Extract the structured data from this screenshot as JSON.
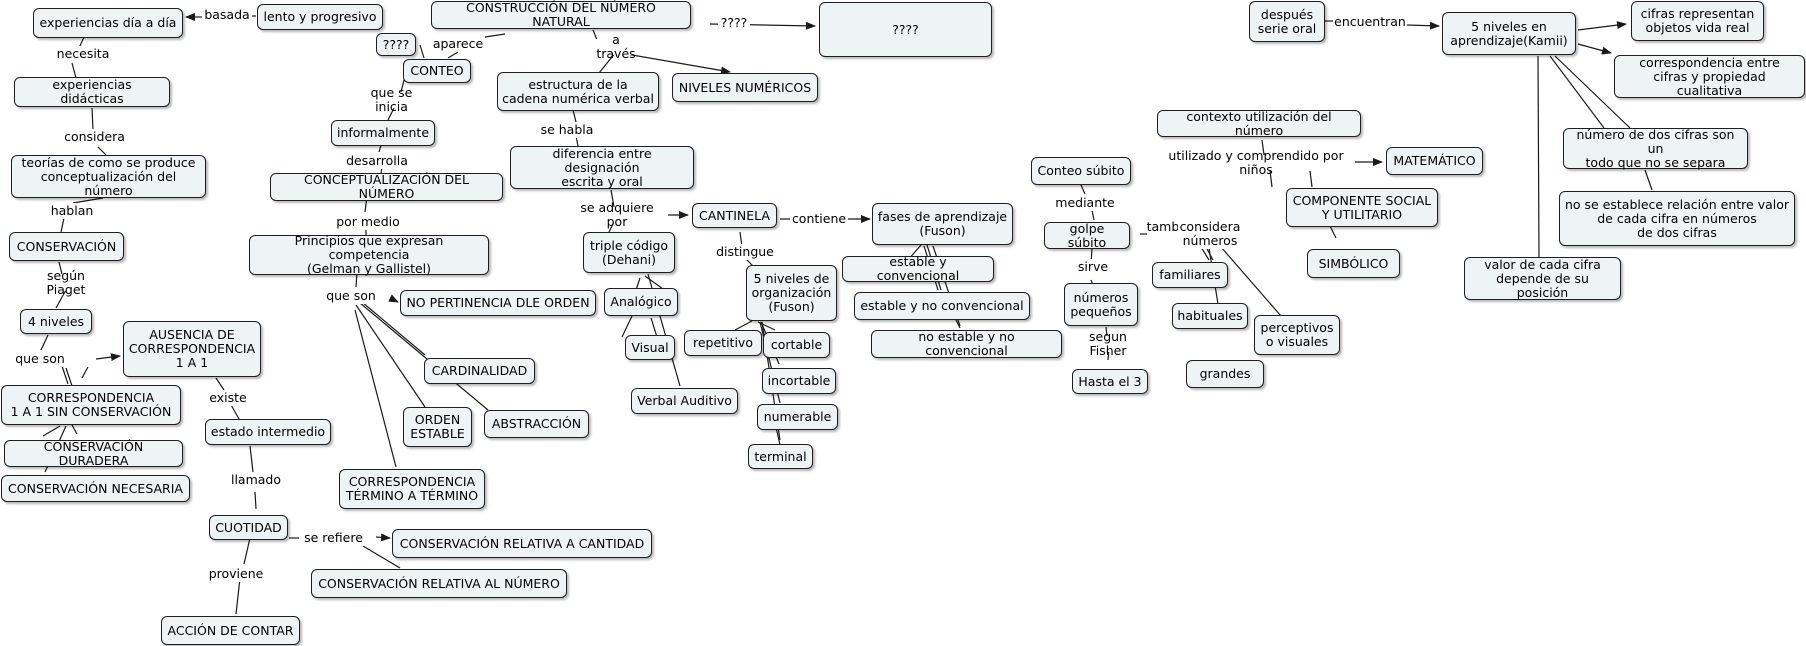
{
  "nodes": {
    "exp_dia": "experiencias día a  día",
    "lento": "lento y progresivo",
    "construccion": "CONSTRUCCIÓN DEL NÚMERO NATURAL",
    "box_q": "????",
    "q_small": "????",
    "conteo": "CONTEO",
    "exp_did": "experiencias didácticas",
    "estructura": "estructura de la\ncadena numérica verbal",
    "niveles_num": "NIVELES NUMÉRICOS",
    "teorias": "teorías de como se produce\nconceptualización del número",
    "informalmente": "informalmente",
    "diferencia": "diferencia entre designación\nescrita y oral",
    "conceptualizacion": "CONCEPTUALIZACIÓN DEL NÚMERO",
    "conservacion": "CONSERVACIÓN",
    "principios": "Principios que expresan competencia\n(Gelman y Gallistel)",
    "cantinela": "CANTINELA",
    "fases": "fases de aprendizaje\n(Fuson)",
    "triple": "triple código\n(Dehani)",
    "cuatro_niveles": "4 niveles",
    "ausencia": "AUSENCIA DE\nCORRESPONDENCIA\n1 A 1",
    "no_pertinencia": "NO PERTINENCIA DLE ORDEN",
    "estable_conv": "estable y convencional",
    "cinco_niveles_fuson": "5 niveles de\norganización\n(Fuson)",
    "analogico": "Analógico",
    "estable_no_conv": "estable y no convencional",
    "visual": "Visual",
    "repetitivo": "repetitivo",
    "cortable": "cortable",
    "no_estable": "no estable y no convencional",
    "cardinalidad": "CARDINALIDAD",
    "incortable": "incortable",
    "corresp_sin": "CORRESPONDENCIA\n1 A 1 SIN CONSERVACIÓN",
    "existe_lbl_target_estado": "estado intermedio",
    "verbal": "Verbal Auditivo",
    "orden": "ORDEN\nESTABLE",
    "abstraccion": "ABSTRACCIÓN",
    "numerable": "numerable",
    "cons_duradera": "CONSERVACIÓN DURADERA",
    "terminal": "terminal",
    "cons_necesaria": "CONSERVACIÓN NECESARIA",
    "corresp_termino": "CORRESPONDENCIA\nTÉRMINO A TÉRMINO",
    "cuotidad": "CUOTIDAD",
    "cons_rel_cantidad": "CONSERVACIÓN RELATIVA A CANTIDAD",
    "cons_rel_numero": "CONSERVACIÓN RELATIVA AL NÚMERO",
    "accion": "ACCIÓN DE CONTAR",
    "conteo_subito": "Conteo súbito",
    "golpe": "golpe súbito",
    "numeros_peq": "números\npequeños",
    "hasta3": "Hasta el 3",
    "familiares": "familiares",
    "habituales": "habituales",
    "grandes": "grandes",
    "perceptivos": "perceptivos\no visuales",
    "despues": "después\nserie oral",
    "cinco_kamii": "5 niveles en\naprendizaje(Kamii)",
    "cifras_rep": "cifras representan\nobjetos vida real",
    "corresp_cifras": "correspondencia entre\ncifras y propiedad cualitativa",
    "contexto": "contexto utilización del número",
    "matematico": "MATEMÁTICO",
    "social": "COMPONENTE SOCIAL\nY UTILITARIO",
    "simbolico": "SIMBÓLICO",
    "dos_cifras": "número de dos cifras son un\ntodo que no se separa",
    "no_relacion": "no se establece relación entre valor\nde cada cifra en números\nde dos cifras",
    "valor_cifra": "valor de cada cifra\ndepende de su posición"
  },
  "links": {
    "basada": "basada",
    "necesita": "necesita",
    "considera": "considera",
    "hablan": "hablan",
    "segun_piaget": "según Piaget",
    "que_son_1": "que son",
    "existe": "existe",
    "llamado": "llamado",
    "se_refiere": "se refiere",
    "proviene": "proviene",
    "aparece": "aparece",
    "q_arrow": "????",
    "a_traves": "a través",
    "que_se_inicia": "que se inicia",
    "desarrolla": "desarrolla",
    "por_medio": "por medio",
    "que_son_2": "que son",
    "se_habla": "se habla",
    "se_adquiere": "se adquiere por",
    "contiene": "contiene",
    "distingue": "distingue",
    "mediante": "mediante",
    "sirve": "sirve",
    "segun_fisher": "segun Fisher",
    "tambien": "también",
    "considera_num": "considera\nnúmeros",
    "encuentran": "encuentran",
    "utilizado": "utilizado y comprendido por niños"
  },
  "colors": {
    "node_fill": "#eef3f6",
    "node_border": "#1f1f1f",
    "line": "#1a1a1a",
    "background": "#ffffff"
  }
}
